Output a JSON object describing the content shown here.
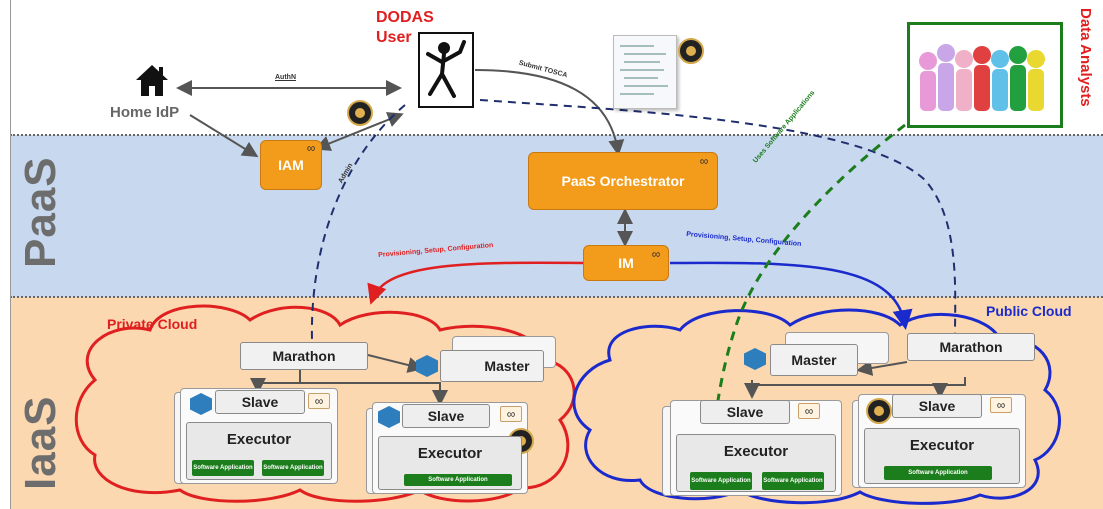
{
  "layers": {
    "paas_label": "PaaS",
    "iaas_label": "IaaS"
  },
  "top": {
    "home_idp": "Home IdP",
    "dodas_user": "DODAS\nUser",
    "data_analysts": "Data Analysts",
    "authn": "AuthN",
    "submit_tosca": "Submit TOSCA",
    "admin": "Admin",
    "uses_software": "Uses Software Applications"
  },
  "paas": {
    "iam": "IAM",
    "orchestrator": "PaaS Orchestrator",
    "im": "IM",
    "prov_left": "Provisioning, Setup, Configuration",
    "prov_right": "Provisioning, Setup, Configuration"
  },
  "private_cloud": {
    "title": "Private Cloud",
    "marathon": "Marathon",
    "master": "Master",
    "slave1": "Slave",
    "executor1": "Executor",
    "apps1": [
      "Software Application",
      "Software Application"
    ],
    "slave2": "Slave",
    "executor2": "Executor",
    "apps2": [
      "Software Application"
    ]
  },
  "public_cloud": {
    "title": "Public Cloud",
    "marathon": "Marathon",
    "master": "Master",
    "slave1": "Slave",
    "executor1": "Executor",
    "apps1": [
      "Software Application",
      "Software Application"
    ],
    "slave2": "Slave",
    "executor2": "Executor",
    "apps2": [
      "Software Application"
    ]
  },
  "colors": {
    "paas_band": "#c8d8ef",
    "iaas_band": "#fbd8b0",
    "orange": "#f39c1b",
    "red": "#e02020",
    "blue": "#1a2acc",
    "green": "#1b7d1b",
    "navy_dash": "#1f2f6e"
  }
}
